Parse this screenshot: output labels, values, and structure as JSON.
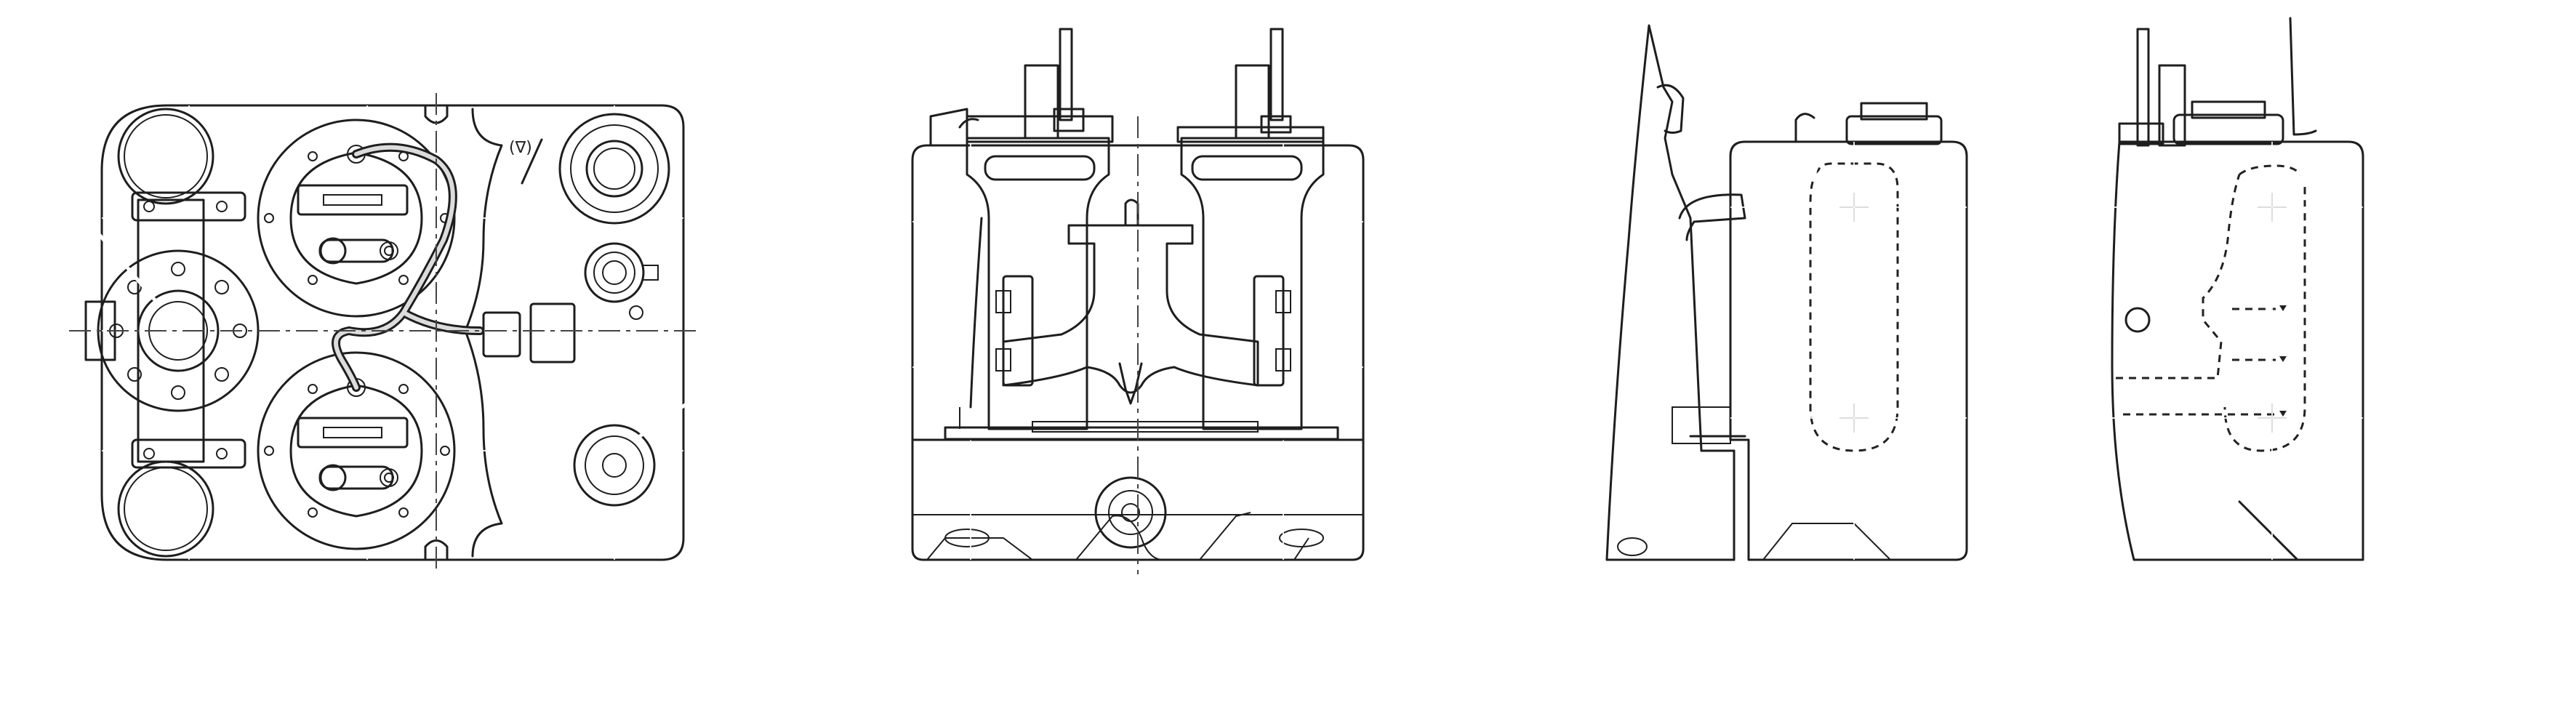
{
  "drawing": {
    "views": [
      "top-view",
      "front-view",
      "side-view-pump",
      "side-view-outline"
    ],
    "colors": {
      "body": "#dcdcdc",
      "pump": "#d3e9f6",
      "outline": "#1e1e1e",
      "grid": "#ffffff",
      "background": "#ffffff"
    }
  },
  "labels": {
    "vent_symbol": "(∇)"
  }
}
